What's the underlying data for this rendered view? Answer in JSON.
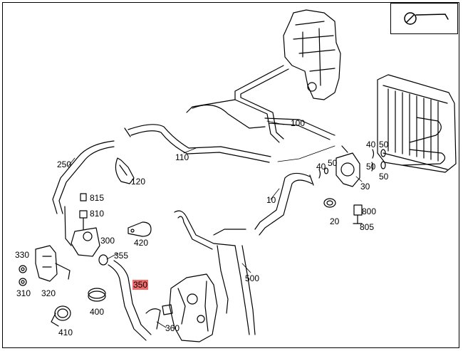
{
  "diagram": {
    "icon": "engine-orientation-icon",
    "highlight_color": "#f26b6b",
    "line_color": "#000000",
    "labels": {
      "p250": "250",
      "p110": "110",
      "p100": "100",
      "p120": "120",
      "p815": "815",
      "p810": "810",
      "p300": "300",
      "p355": "355",
      "p350": "350",
      "p330": "330",
      "p310": "310",
      "p320": "320",
      "p400": "400",
      "p410": "410",
      "p420": "420",
      "p360": "360",
      "p500": "500",
      "p10": "10",
      "p20": "20",
      "p30": "30",
      "p40a": "40",
      "p40b": "40",
      "p50a": "50",
      "p50b": "50",
      "p50c": "50",
      "p50d": "50",
      "p800": "800",
      "p805": "805"
    }
  }
}
